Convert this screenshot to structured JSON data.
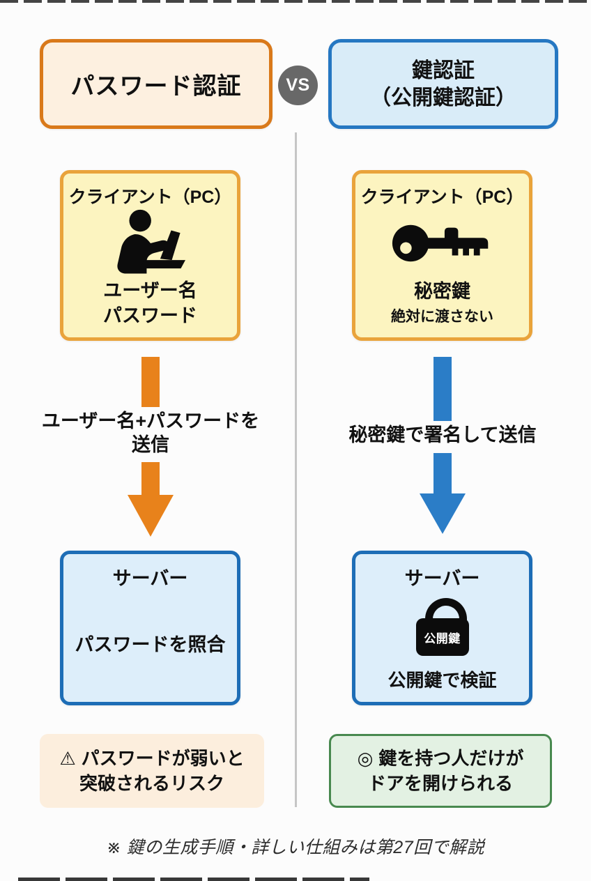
{
  "colors": {
    "orange_border": "#d9791a",
    "orange_header_fill": "#fdf0e0",
    "yellow_fill": "#fcf4c0",
    "yellow_border": "#e9a33b",
    "orange_arrow": "#e8821b",
    "blue_border": "#2577c2",
    "blue_header_fill": "#d9ecf8",
    "blue_arrow": "#2b7dc7",
    "server_fill": "#ddeefa",
    "server_border": "#1d6db6",
    "caution_fill": "#fceedd",
    "benefit_fill": "#e3f1e3",
    "benefit_border": "#48894f",
    "vs_gray": "#686868",
    "divider_gray": "#c6c6c6"
  },
  "header": {
    "left_title": "パスワード認証",
    "vs_label": "VS",
    "right_title_line1": "鍵認証",
    "right_title_line2": "（公開鍵認証）"
  },
  "password_flow": {
    "client_title": "クライアント（PC）",
    "client_line1": "ユーザー名",
    "client_line2": "パスワード",
    "arrow_label_line1": "ユーザー名+パスワードを",
    "arrow_label_line2": "送信",
    "server_title": "サーバー",
    "server_body": "パスワードを照合",
    "risk_icon": "⚠",
    "risk_line1": "パスワードが弱いと",
    "risk_line2": "突破されるリスク"
  },
  "key_flow": {
    "client_title": "クライアント（PC）",
    "client_line1": "秘密鍵",
    "client_line2": "絶対に渡さない",
    "arrow_label": "秘密鍵で署名して送信",
    "server_title": "サーバー",
    "lock_label": "公開鍵",
    "server_body": "公開鍵で検証",
    "benefit_icon": "◎",
    "benefit_line1": "鍵を持つ人だけが",
    "benefit_line2": "ドアを開けられる"
  },
  "footer": {
    "note": "※ 鍵の生成手順・詳しい仕組みは第27回で解説"
  }
}
